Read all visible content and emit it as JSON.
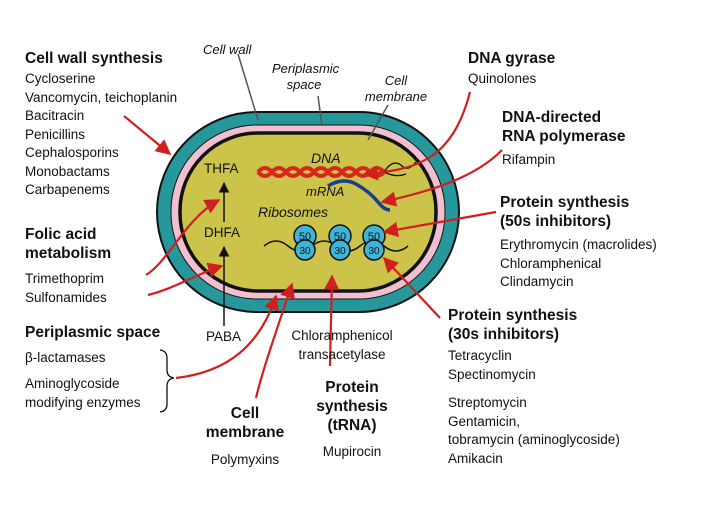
{
  "colors": {
    "outer_wall": "#26979b",
    "periplasm": "#f2bfd0",
    "cytoplasm": "#ccc44a",
    "dna": "#d8271f",
    "mrna": "#1a3f86",
    "ribosome": "#3fb4d7",
    "arrow": "#d01f1f",
    "pointer": "#555555"
  },
  "cell_labels": {
    "cell_wall": "Cell wall",
    "periplasmic_space": [
      "Periplasmic",
      "space"
    ],
    "cell_membrane": [
      "Cell",
      "membrane"
    ],
    "dna": "DNA",
    "mrna": "mRNA",
    "ribosomes": "Ribosomes",
    "ribosome_large": "50",
    "ribosome_small": "30"
  },
  "pathway": {
    "thfa": "THFA",
    "dhfa": "DHFA",
    "paba": "PABA"
  },
  "targets": {
    "cell_wall_synthesis": {
      "heading": "Cell wall synthesis",
      "drugs": [
        "Cycloserine",
        "Vancomycin, teichoplanin",
        "Bacitracin",
        "Penicillins",
        "Cephalosporins",
        "Monobactams",
        "Carbapenems"
      ]
    },
    "folic_acid": {
      "heading": [
        "Folic acid",
        "metabolism"
      ],
      "drugs": [
        "Trimethoprim",
        "Sulfonamides"
      ]
    },
    "periplasmic_space": {
      "heading": "Periplasmic space",
      "drugs": [
        "β-lactamases",
        "Aminoglycoside",
        "modifying enzymes"
      ]
    },
    "cell_membrane": {
      "heading": [
        "Cell",
        "membrane"
      ],
      "drugs": [
        "Polymyxins"
      ]
    },
    "chloramphenicol": {
      "drugs": [
        "Chloramphenicol",
        "transacetylase"
      ]
    },
    "trna": {
      "heading": [
        "Protein",
        "synthesis",
        "(tRNA)"
      ],
      "drugs": [
        "Mupirocin"
      ]
    },
    "dna_gyrase": {
      "heading": "DNA gyrase",
      "drugs": [
        "Quinolones"
      ]
    },
    "rna_polymerase": {
      "heading": [
        "DNA-directed",
        "RNA polymerase"
      ],
      "drugs": [
        "Rifampin"
      ]
    },
    "protein_50s": {
      "heading": [
        "Protein synthesis",
        "(50s inhibitors)"
      ],
      "drugs": [
        "Erythromycin (macrolides)",
        "Chloramphenical",
        "Clindamycin"
      ]
    },
    "protein_30s": {
      "heading": [
        "Protein synthesis",
        "(30s inhibitors)"
      ],
      "drugs_a": [
        "Tetracyclin",
        "Spectinomycin"
      ],
      "drugs_b": [
        "Streptomycin",
        "Gentamicin,",
        "tobramycin (aminoglycoside)",
        "Amikacin"
      ]
    }
  }
}
